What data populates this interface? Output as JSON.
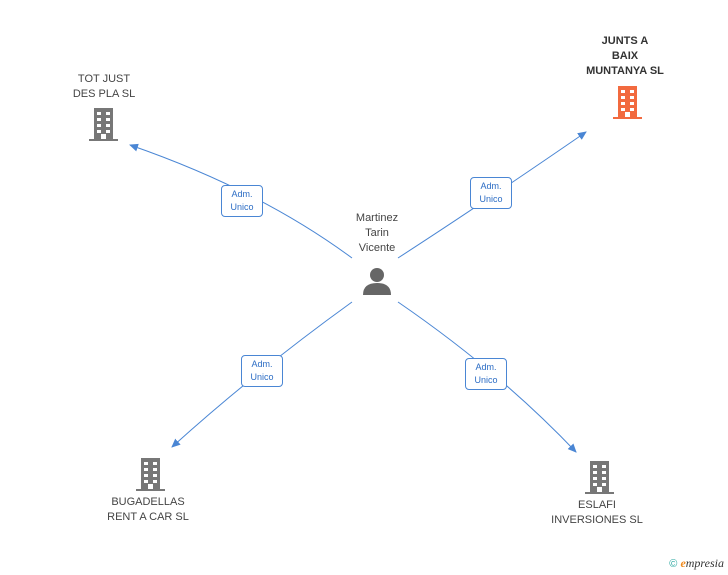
{
  "center": {
    "label_lines": [
      "Martinez",
      "Tarin",
      "Vicente"
    ],
    "icon": "person-icon"
  },
  "companies": [
    {
      "id": "tot-just",
      "label_lines": [
        "TOT JUST",
        "DES PLA SL"
      ],
      "color": "#777777",
      "icon": "building-icon"
    },
    {
      "id": "junts-a-baix",
      "label_lines": [
        "JUNTS A",
        "BAIX",
        "MUNTANYA SL"
      ],
      "color": "#f26a3f",
      "icon": "building-icon",
      "highlight": true
    },
    {
      "id": "bugadellas",
      "label_lines": [
        "BUGADELLAS",
        "RENT A CAR SL"
      ],
      "color": "#777777",
      "icon": "building-icon"
    },
    {
      "id": "eslafi",
      "label_lines": [
        "ESLAFI",
        "INVERSIONES SL"
      ],
      "color": "#777777",
      "icon": "building-icon"
    }
  ],
  "relations": [
    {
      "target": "tot-just",
      "label_lines": [
        "Adm.",
        "Unico"
      ]
    },
    {
      "target": "junts-a-baix",
      "label_lines": [
        "Adm.",
        "Unico"
      ]
    },
    {
      "target": "bugadellas",
      "label_lines": [
        "Adm.",
        "Unico"
      ]
    },
    {
      "target": "eslafi",
      "label_lines": [
        "Adm.",
        "Unico"
      ]
    }
  ],
  "colors": {
    "edge": "#4a86d4",
    "person": "#666666"
  },
  "footer": {
    "copyright": "©",
    "brand_initial": "e",
    "brand_rest": "mpresia"
  }
}
